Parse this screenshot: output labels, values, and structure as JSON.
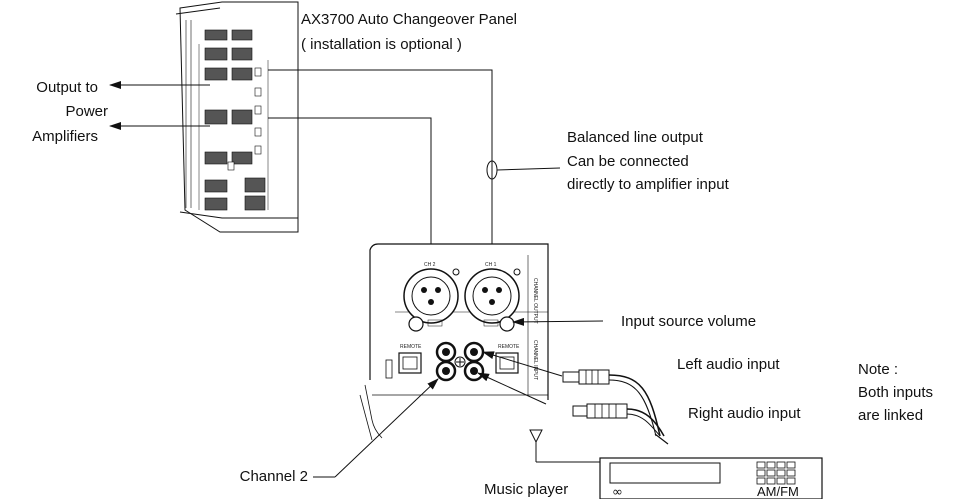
{
  "panel": {
    "title": "AX3700 Auto Changeover Panel",
    "subtitle": "( installation is optional )"
  },
  "labels": {
    "output_line1": "Output to",
    "output_line2": "Power",
    "output_line3": "Amplifiers",
    "balanced_line1": "Balanced line output",
    "balanced_line2": "Can be connected",
    "balanced_line3": "directly to amplifier input",
    "input_volume": "Input source volume",
    "left_audio": "Left audio input",
    "right_audio": "Right audio input",
    "note_line1": "Note :",
    "note_line2": "Both inputs",
    "note_line3": "are linked",
    "channel2": "Channel 2",
    "music_player": "Music player"
  },
  "device": {
    "ch2_label": "CH 2",
    "ch1_label": "CH 1",
    "channel_output": "CHANNEL OUTPUT",
    "channel_input": "CHANNEL INPUT",
    "remote_label": "REMOTE",
    "radio_band": "AM/FM",
    "radio_symbol": "∞"
  }
}
